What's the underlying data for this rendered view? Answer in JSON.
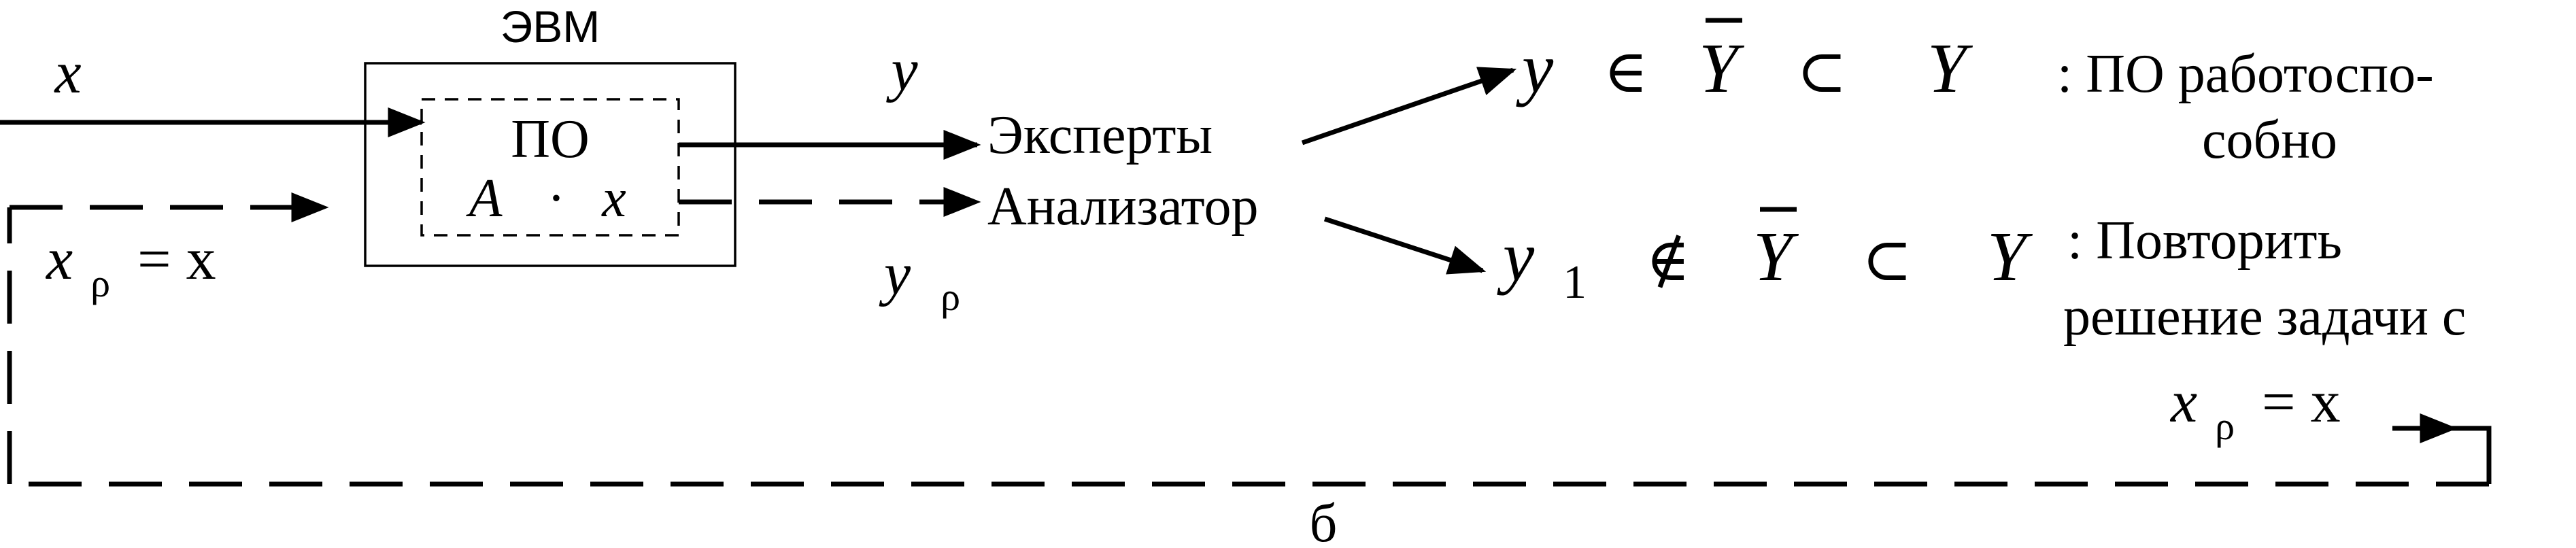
{
  "computer": {
    "title": "ЭВМ"
  },
  "software": {
    "label": "ПО",
    "operator_A": "A",
    "operator_dot": "·",
    "operator_x": "x"
  },
  "signals": {
    "x_in": "x",
    "y_out": "y",
    "xp_symbol": "x",
    "xp_sub": "ρ",
    "xp_eq": "= x",
    "yp_symbol": "y",
    "yp_sub": "ρ"
  },
  "nodes": {
    "experts": "Эксперты",
    "analyzer": "Анализатор"
  },
  "outcomes": {
    "ok": {
      "y": "y",
      "in": "∈",
      "Ybar": "Y",
      "subset": "⊂",
      "Y": "Y",
      "text_line1": ": ПО работоспо-",
      "text_line2": "собно"
    },
    "repeat": {
      "y": "y",
      "sub": "1",
      "notin": "∉",
      "Ybar": "Y",
      "subset": "⊂",
      "Y": "Y",
      "text_line1": ": Повторить",
      "text_line2": "решение задачи с",
      "xp_symbol": "x",
      "xp_sub": "ρ",
      "xp_eq": "= x"
    }
  },
  "caption": "б"
}
